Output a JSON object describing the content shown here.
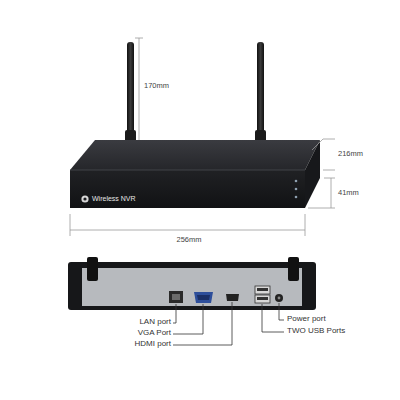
{
  "diagram": {
    "labels": [
      "170mm",
      "216mm",
      "41mm",
      "256mm",
      "Wireless NVR",
      "LAN port",
      "VGA Port",
      "HDMI port",
      "Power port",
      "TWO USB Ports"
    ]
  }
}
